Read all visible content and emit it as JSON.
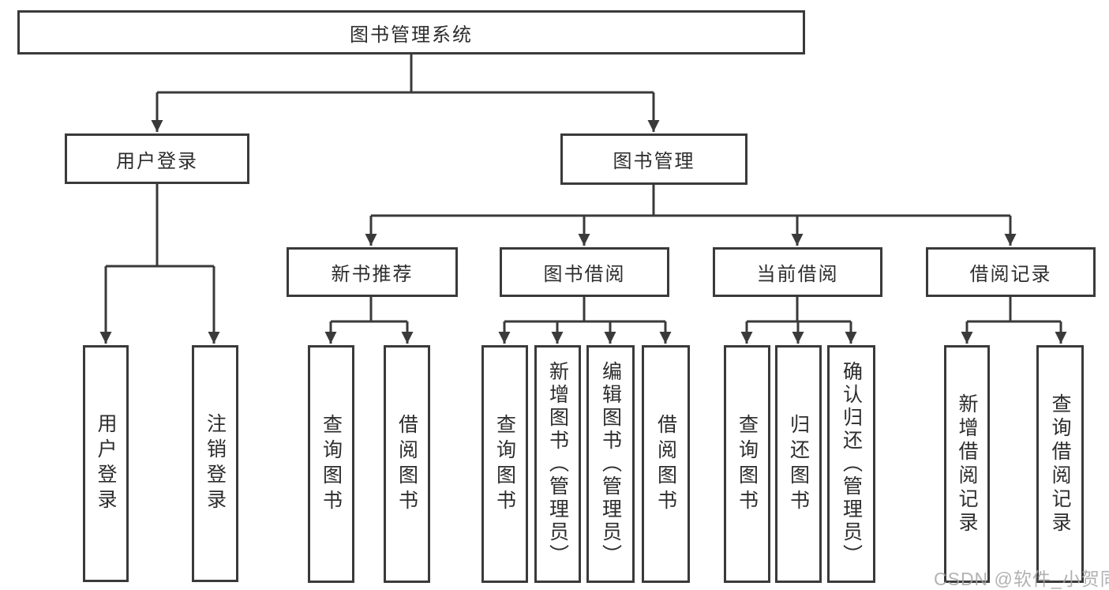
{
  "colors": {
    "line": "#3a3a3a",
    "box_border": "#3a3a3a",
    "text": "#2d2d2d",
    "background": "#ffffff",
    "watermark": "#a4a4a4"
  },
  "nodes": {
    "root": {
      "label": "图书管理系统"
    },
    "user_login": {
      "label": "用户登录"
    },
    "book_mgmt": {
      "label": "图书管理"
    },
    "new_book_rec": {
      "label": "新书推荐"
    },
    "book_borrow": {
      "label": "图书借阅"
    },
    "current_borrow": {
      "label": "当前借阅"
    },
    "borrow_records": {
      "label": "借阅记录"
    },
    "leaf_user_login": {
      "label": "用户登录"
    },
    "leaf_logout": {
      "label": "注销登录"
    },
    "leaf_query_book_rec": {
      "label": "查询图书"
    },
    "leaf_borrow_book_rec": {
      "label": "借阅图书"
    },
    "leaf_query_book_borrow": {
      "label": "查询图书"
    },
    "leaf_add_book_admin": {
      "label": "新增图书（管理员）"
    },
    "leaf_edit_book_admin": {
      "label": "编辑图书（管理员）"
    },
    "leaf_borrow_book_borrow": {
      "label": "借阅图书"
    },
    "leaf_query_book_current": {
      "label": "查询图书"
    },
    "leaf_return_book": {
      "label": "归还图书"
    },
    "leaf_confirm_return_admin": {
      "label": "确认归还（管理员）"
    },
    "leaf_add_borrow_record": {
      "label": "新增借阅记录"
    },
    "leaf_query_borrow_record": {
      "label": "查询借阅记录"
    }
  },
  "watermark": {
    "text": "CSDN @软件_小贺同学"
  }
}
